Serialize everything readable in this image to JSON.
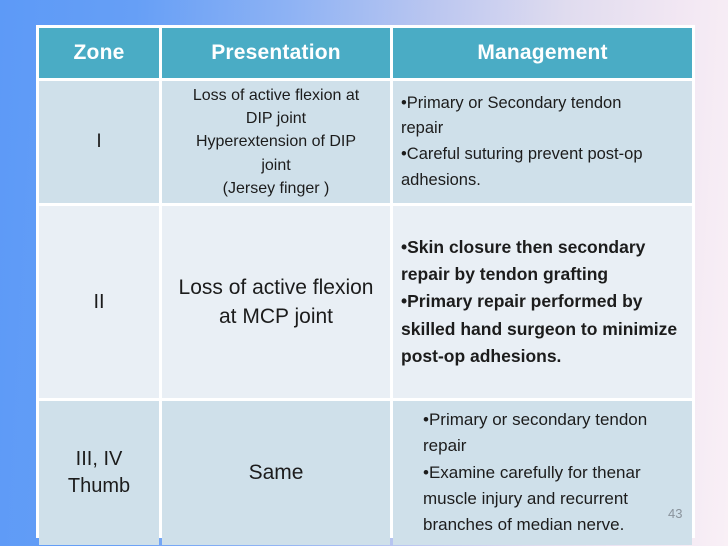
{
  "slide": {
    "page_number": "43",
    "colors": {
      "header_bg": "#4aacc5",
      "header_text": "#ffffff",
      "row_band_dark": "#cfe0ea",
      "row_band_light": "#e9eff5",
      "body_text": "#1c1c1c",
      "page_number_text": "#8a939c",
      "background_left": "#5d9af7",
      "background_right": "#f9f0f6"
    }
  },
  "table": {
    "headers": [
      "Zone",
      "Presentation",
      "Management"
    ],
    "rows": [
      {
        "zone": "I",
        "presentation": [
          "Loss of active flexion at DIP joint",
          "Hyperextension of DIP joint",
          "(Jersey finger )"
        ],
        "management": [
          "•Primary or Secondary tendon repair",
          "•Careful suturing prevent post-op adhesions."
        ]
      },
      {
        "zone": "II",
        "presentation": [
          "Loss of active flexion at MCP joint"
        ],
        "management": [
          "•Skin closure then secondary repair by tendon grafting",
          "•Primary repair performed by skilled hand surgeon to minimize post-op adhesions."
        ]
      },
      {
        "zone": "III, IV\nThumb",
        "presentation": [
          "Same"
        ],
        "management": [
          "•Primary or secondary tendon repair",
          "•Examine carefully for thenar muscle injury and recurrent branches of median nerve."
        ]
      }
    ]
  }
}
